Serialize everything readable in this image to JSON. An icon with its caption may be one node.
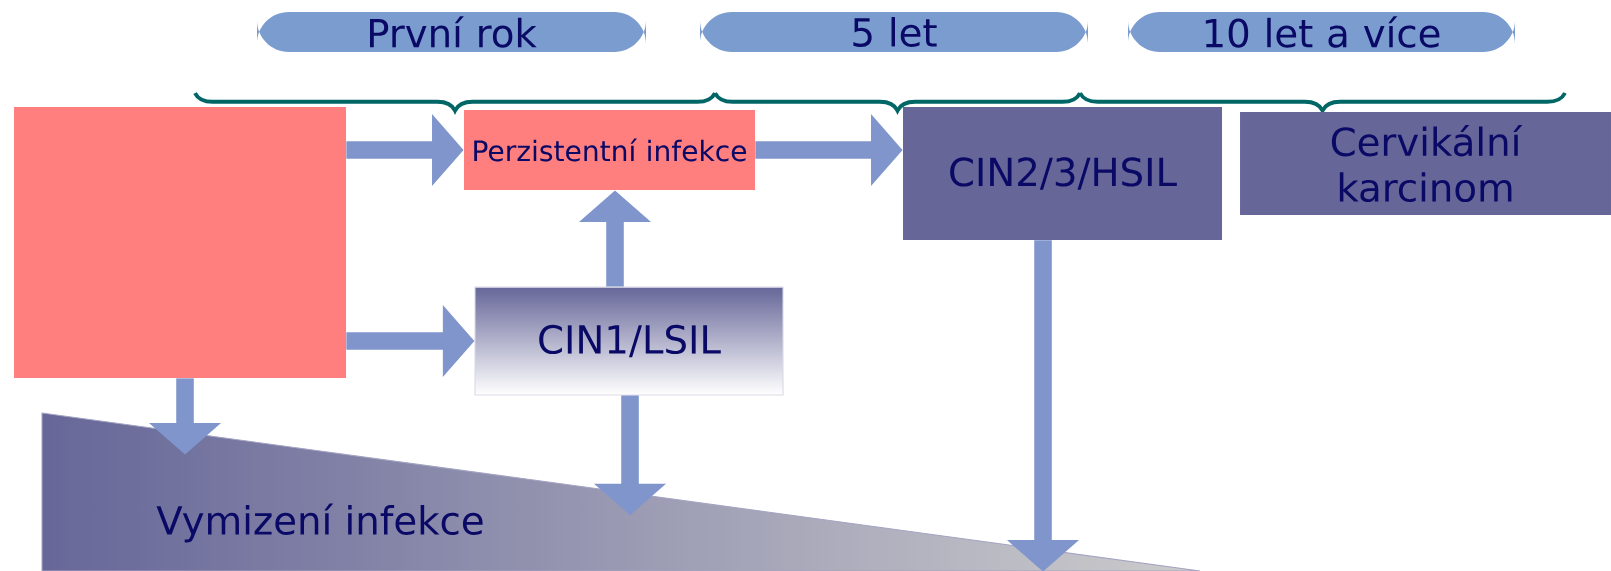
{
  "diagram": {
    "nodes": [
      {
        "text": [
          "První rok"
        ]
      },
      {
        "text": [
          "5 let"
        ]
      },
      {
        "text": [
          "10 let a více"
        ]
      },
      {
        "text": [],
        "shape": "box"
      },
      {
        "text": [
          "Perzistentní infekce"
        ]
      },
      {
        "text": [
          "CIN1/LSIL"
        ]
      },
      {
        "text": [
          "CIN2/3/HSIL"
        ]
      },
      {
        "text": [
          "Cervikální karcinom"
        ]
      },
      {
        "text": [
          "Vymizení infekce"
        ]
      }
    ],
    "edges": [
      {
        "from": 3,
        "to": 4,
        "arrow": "to"
      },
      {
        "from": 3,
        "to": 5,
        "arrow": "to"
      },
      {
        "from": 3,
        "to": 8,
        "arrow": "to"
      },
      {
        "from": 5,
        "to": 4,
        "arrow": "to"
      },
      {
        "from": 5,
        "to": 8,
        "arrow": "to"
      },
      {
        "from": 4,
        "to": 6,
        "arrow": "to"
      },
      {
        "from": 6,
        "to": 8,
        "arrow": "to"
      }
    ]
  }
}
